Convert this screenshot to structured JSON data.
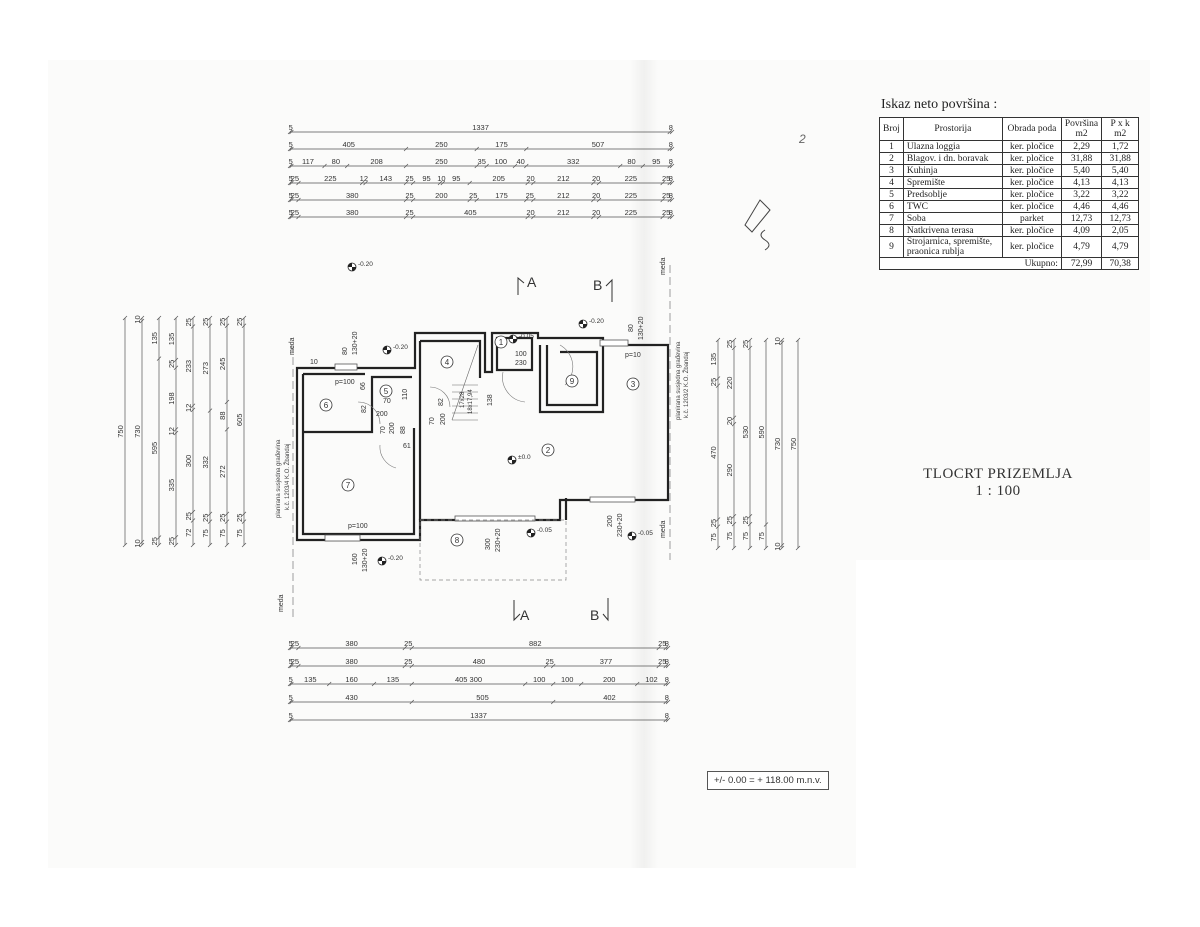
{
  "page_number": "2",
  "area_table": {
    "title": "Iskaz neto površina :",
    "headers": [
      "Broj",
      "Prostorija",
      "Obrada poda",
      "Površina m2",
      "P x k m2"
    ],
    "rows": [
      [
        "1",
        "Ulazna loggia",
        "ker. pločice",
        "2,29",
        "1,72"
      ],
      [
        "2",
        "Blagov. i dn. boravak",
        "ker. pločice",
        "31,88",
        "31,88"
      ],
      [
        "3",
        "Kuhinja",
        "ker. pločice",
        "5,40",
        "5,40"
      ],
      [
        "4",
        "Spremište",
        "ker. pločice",
        "4,13",
        "4,13"
      ],
      [
        "5",
        "Predsoblje",
        "ker. pločice",
        "3,22",
        "3,22"
      ],
      [
        "6",
        "TWC",
        "ker. pločice",
        "4,46",
        "4,46"
      ],
      [
        "7",
        "Soba",
        "parket",
        "12,73",
        "12,73"
      ],
      [
        "8",
        "Natkrivena terasa",
        "ker. pločice",
        "4,09",
        "2,05"
      ],
      [
        "9",
        "Strojarnica, spremište, praonica rublja",
        "ker. pločice",
        "4,79",
        "4,79"
      ]
    ],
    "total_label": "Ukupno:",
    "total_area": "72,99",
    "total_pk": "70,38"
  },
  "drawing_title": "TLOCRT PRIZEMLJA",
  "drawing_scale": "1 : 100",
  "level_note": "+/- 0.00 = + 118.00 m.n.v.",
  "dimensions": {
    "top_rows": [
      [
        "5",
        "1337",
        "8"
      ],
      [
        "5",
        "405",
        "250",
        "175",
        "507",
        "8"
      ],
      [
        "5",
        "117",
        "80",
        "208",
        "250",
        "35",
        "100",
        "40",
        "332",
        "80",
        "95",
        "8"
      ],
      [
        "5",
        "25",
        "225",
        "12",
        "143",
        "25",
        "95",
        "10",
        "95",
        "205",
        "20",
        "212",
        "20",
        "225",
        "25",
        "8"
      ],
      [
        "5",
        "25",
        "380",
        "25",
        "200",
        "25",
        "175",
        "25",
        "212",
        "20",
        "225",
        "25",
        "8"
      ],
      [
        "5",
        "25",
        "380",
        "25",
        "405",
        "20",
        "212",
        "20",
        "225",
        "25",
        "8"
      ]
    ],
    "bottom_rows": [
      [
        "5",
        "25",
        "380",
        "25",
        "882",
        "25",
        "8"
      ],
      [
        "5",
        "25",
        "380",
        "25",
        "480",
        "25",
        "377",
        "25",
        "8"
      ],
      [
        "5",
        "135",
        "160",
        "135",
        "405 300",
        "100",
        "100",
        "200",
        "102",
        "8"
      ],
      [
        "5",
        "430",
        "505",
        "402",
        "8"
      ],
      [
        "5",
        "1337",
        "8"
      ]
    ],
    "left_cols": [
      [
        "750"
      ],
      [
        "10",
        "730",
        "10"
      ],
      [
        "135",
        "595",
        "25"
      ],
      [
        "135",
        "25",
        "198",
        "12",
        "335",
        "25"
      ],
      [
        "25",
        "233",
        "12",
        "300",
        "25",
        "72"
      ],
      [
        "25",
        "273",
        "332",
        "25",
        "75"
      ],
      [
        "25",
        "245",
        "88",
        "272",
        "25",
        "75"
      ],
      [
        "25",
        "605",
        "25",
        "75"
      ]
    ],
    "right_cols": [
      [
        "135",
        "25",
        "470",
        "25",
        "75"
      ],
      [
        "25",
        "220",
        "20",
        "290",
        "25",
        "75"
      ],
      [
        "25",
        "530",
        "25",
        "75"
      ],
      [
        "590",
        "75"
      ],
      [
        "10",
        "730",
        "10"
      ],
      [
        "750"
      ]
    ]
  },
  "plan": {
    "rooms": [
      "1",
      "2",
      "3",
      "4",
      "5",
      "6",
      "7",
      "8",
      "9"
    ],
    "section_a": "A",
    "section_b": "B",
    "meda": "meda",
    "levels": [
      "-0.20",
      "-0.05",
      "±0.0",
      "-0.20",
      "-0.20",
      "-0.05",
      "-0.05",
      "-0.20"
    ],
    "sill_p100": "p=100",
    "sill_p10": "p=10",
    "neighbor_left": [
      "planirana susjedna građevina",
      "k.č. 1203/4 K.O. Žbandaj"
    ],
    "neighbor_right": [
      "planirana susjedna građevina",
      "k.č. 1203/2 K.O. Žbandaj"
    ],
    "openings": [
      "80",
      "130+20",
      "160",
      "130+20",
      "300",
      "230+20",
      "200",
      "230+20",
      "80",
      "130+20",
      "100",
      "230"
    ],
    "inner_dims": [
      "70",
      "200",
      "82",
      "70",
      "200",
      "88",
      "61",
      "82",
      "70",
      "200",
      "138",
      "66",
      "110",
      "17x28",
      "18x17,94",
      "10"
    ]
  }
}
